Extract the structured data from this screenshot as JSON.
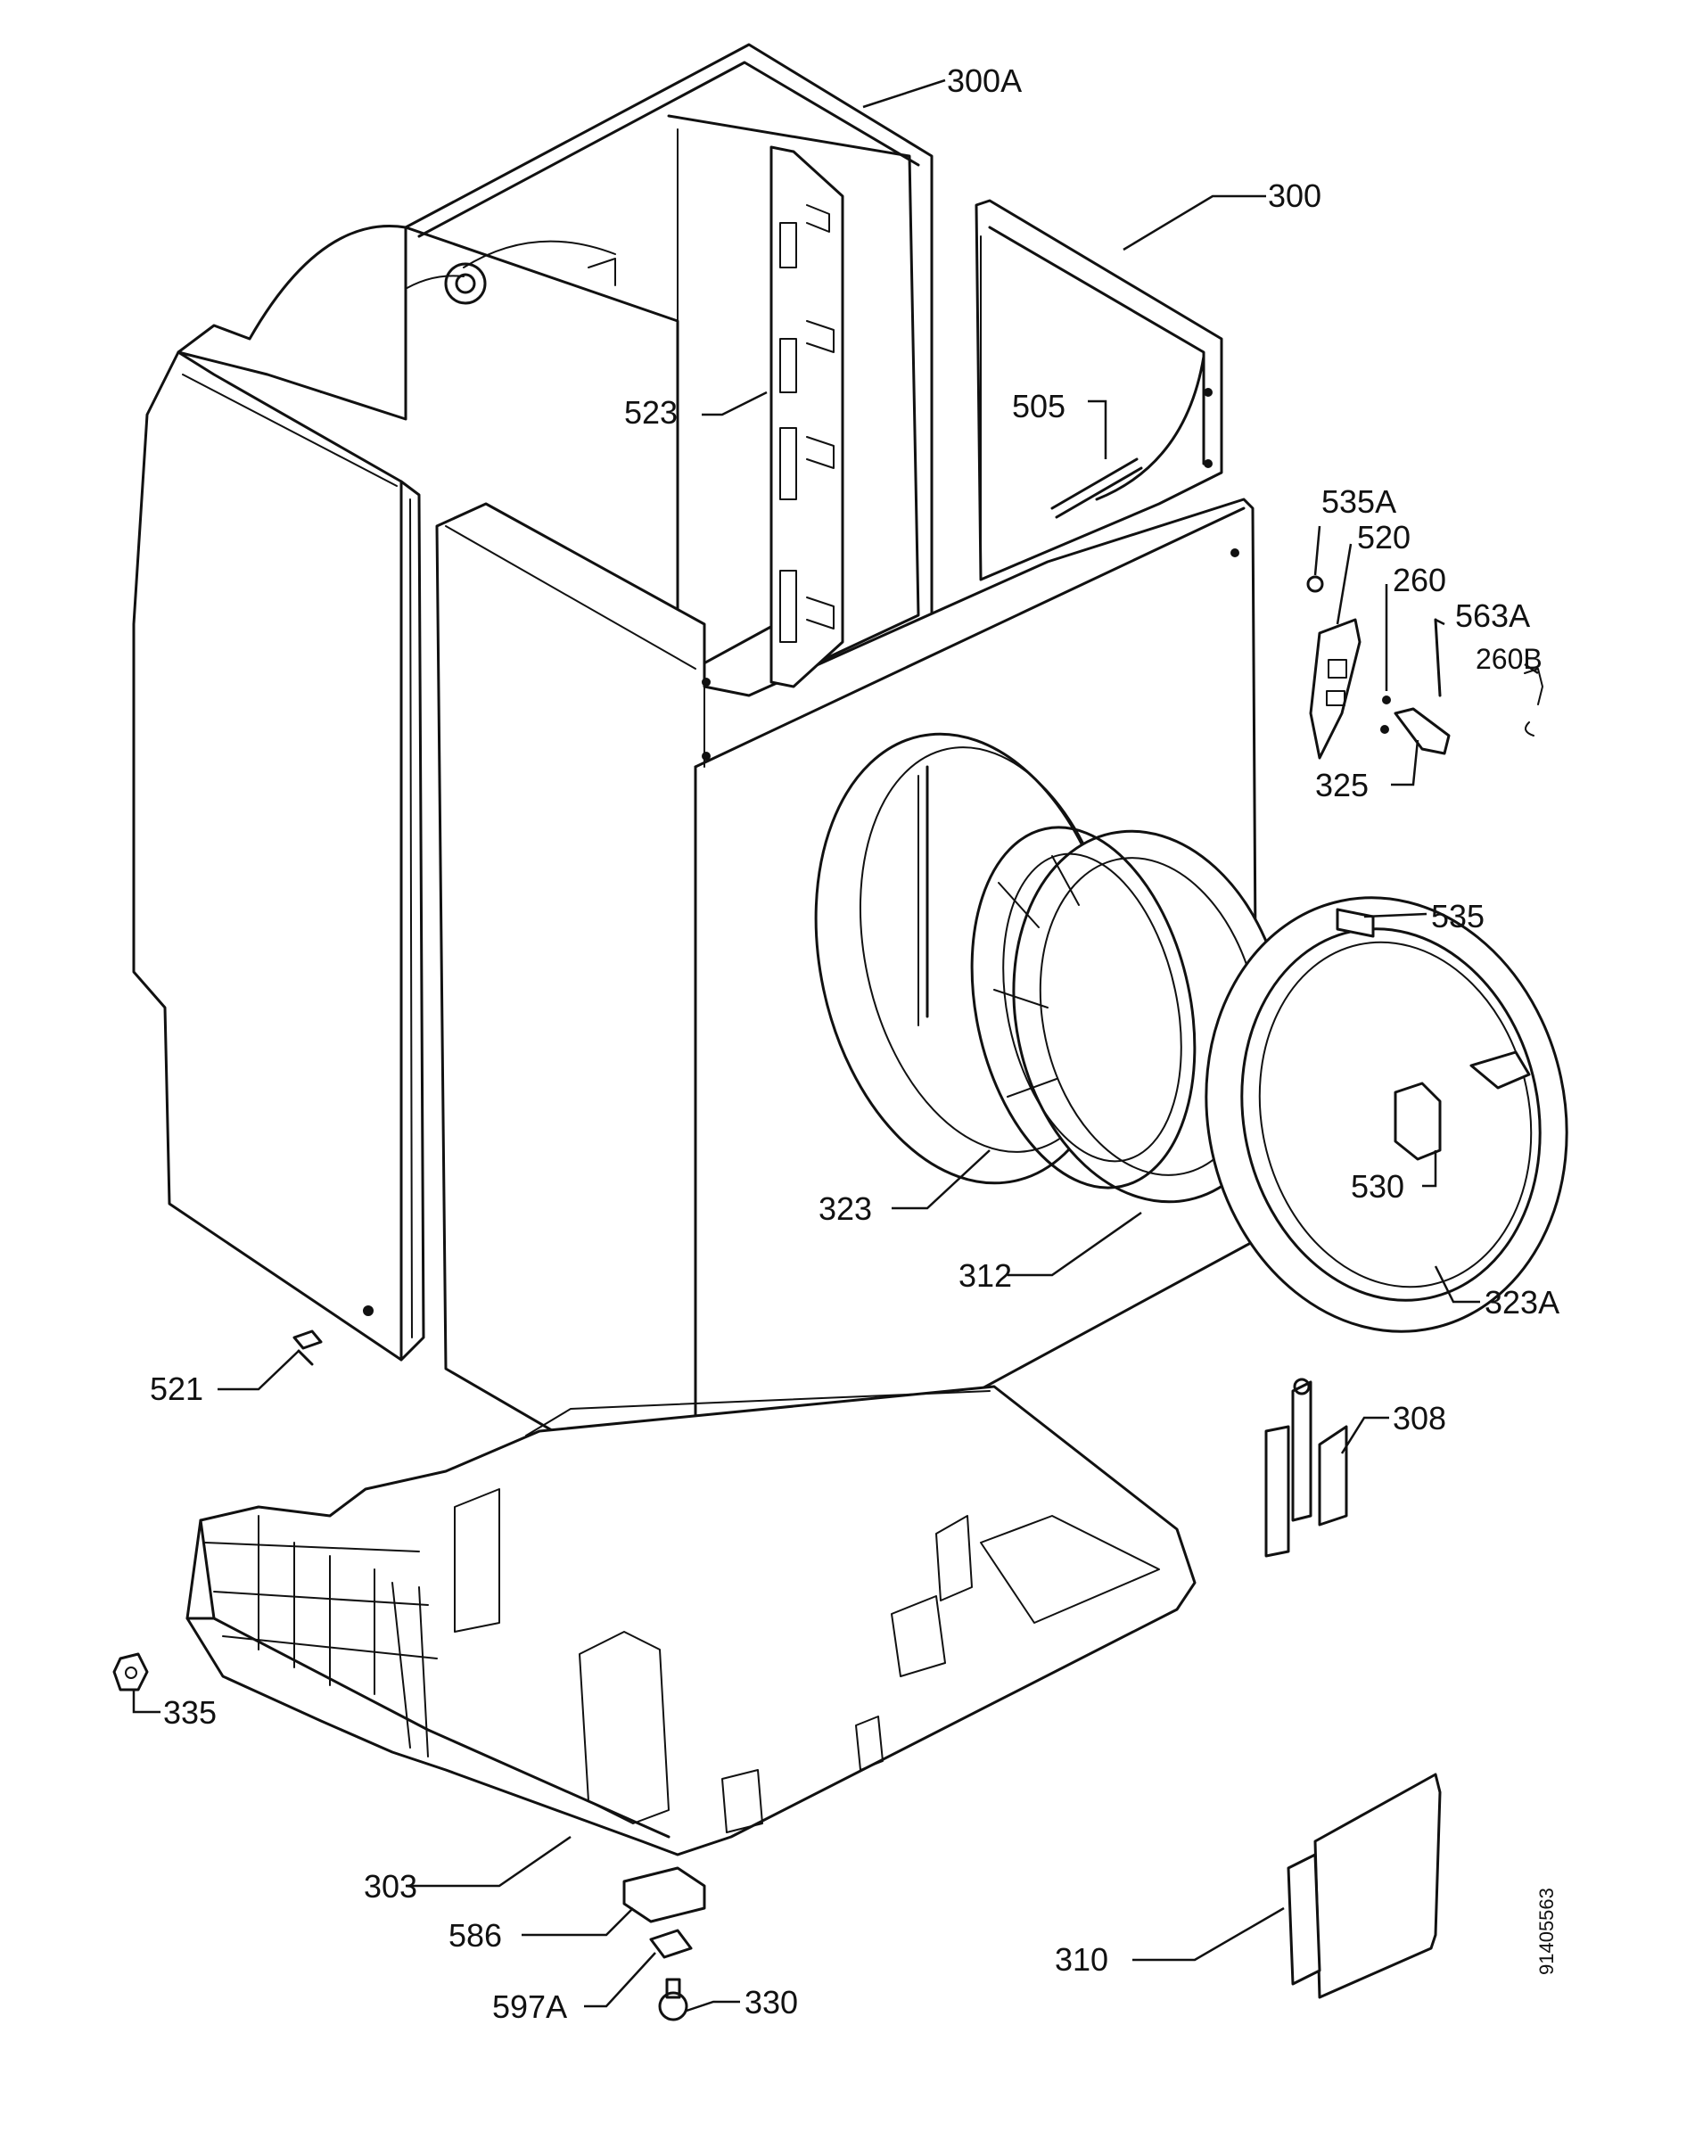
{
  "parts": {
    "p300A": "300A",
    "p300": "300",
    "p523": "523",
    "p505": "505",
    "p535A": "535A",
    "p520": "520",
    "p260": "260",
    "p563A": "563A",
    "p260B": "260B",
    "p325": "325",
    "p535": "535",
    "p530": "530",
    "p323": "323",
    "p312": "312",
    "p323A": "323A",
    "p521": "521",
    "p308": "308",
    "p335": "335",
    "p303": "303",
    "p586": "586",
    "p310": "310",
    "p597A": "597A",
    "p330": "330"
  },
  "document_number": "91405563"
}
